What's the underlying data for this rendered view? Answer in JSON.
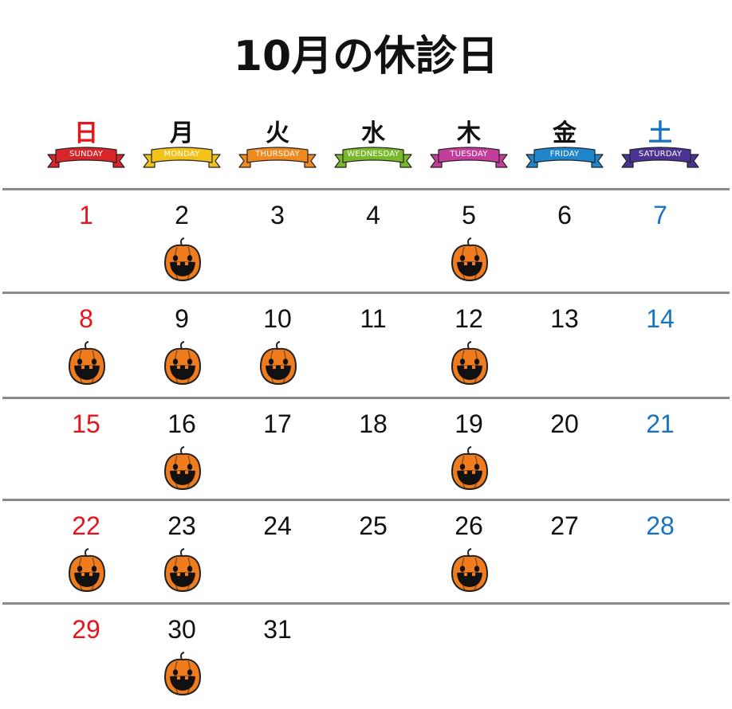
{
  "title": "10月の休診日",
  "colors": {
    "sunday_text": "#e8141b",
    "saturday_text": "#1a73c0",
    "weekday_text": "#111111",
    "pumpkin": "#f07c1e",
    "rule": "#8a8a8a"
  },
  "weekdays": [
    {
      "kanji": "日",
      "english": "SUNDAY",
      "ribbon_color": "#d9252a"
    },
    {
      "kanji": "月",
      "english": "MONDAY",
      "ribbon_color": "#f2c21a"
    },
    {
      "kanji": "火",
      "english": "THURSDAY",
      "ribbon_color": "#f08a1e"
    },
    {
      "kanji": "水",
      "english": "WEDNESDAY",
      "ribbon_color": "#7ab82b"
    },
    {
      "kanji": "木",
      "english": "TUESDAY",
      "ribbon_color": "#c43d9a"
    },
    {
      "kanji": "金",
      "english": "FRIDAY",
      "ribbon_color": "#1f86cc"
    },
    {
      "kanji": "土",
      "english": "SATURDAY",
      "ribbon_color": "#4a3393"
    }
  ],
  "weeks": [
    [
      {
        "d": "1",
        "closed": false
      },
      {
        "d": "2",
        "closed": true
      },
      {
        "d": "3",
        "closed": false
      },
      {
        "d": "4",
        "closed": false
      },
      {
        "d": "5",
        "closed": true
      },
      {
        "d": "6",
        "closed": false
      },
      {
        "d": "7",
        "closed": false
      }
    ],
    [
      {
        "d": "8",
        "closed": true
      },
      {
        "d": "9",
        "closed": true
      },
      {
        "d": "10",
        "closed": true
      },
      {
        "d": "11",
        "closed": false
      },
      {
        "d": "12",
        "closed": true
      },
      {
        "d": "13",
        "closed": false
      },
      {
        "d": "14",
        "closed": false
      }
    ],
    [
      {
        "d": "15",
        "closed": false
      },
      {
        "d": "16",
        "closed": true
      },
      {
        "d": "17",
        "closed": false
      },
      {
        "d": "18",
        "closed": false
      },
      {
        "d": "19",
        "closed": true
      },
      {
        "d": "20",
        "closed": false
      },
      {
        "d": "21",
        "closed": false
      }
    ],
    [
      {
        "d": "22",
        "closed": true
      },
      {
        "d": "23",
        "closed": true
      },
      {
        "d": "24",
        "closed": false
      },
      {
        "d": "25",
        "closed": false
      },
      {
        "d": "26",
        "closed": true
      },
      {
        "d": "27",
        "closed": false
      },
      {
        "d": "28",
        "closed": false
      }
    ],
    [
      {
        "d": "29",
        "closed": false
      },
      {
        "d": "30",
        "closed": true
      },
      {
        "d": "31",
        "closed": false
      }
    ]
  ],
  "closed_icon": "jack-o-lantern-icon"
}
